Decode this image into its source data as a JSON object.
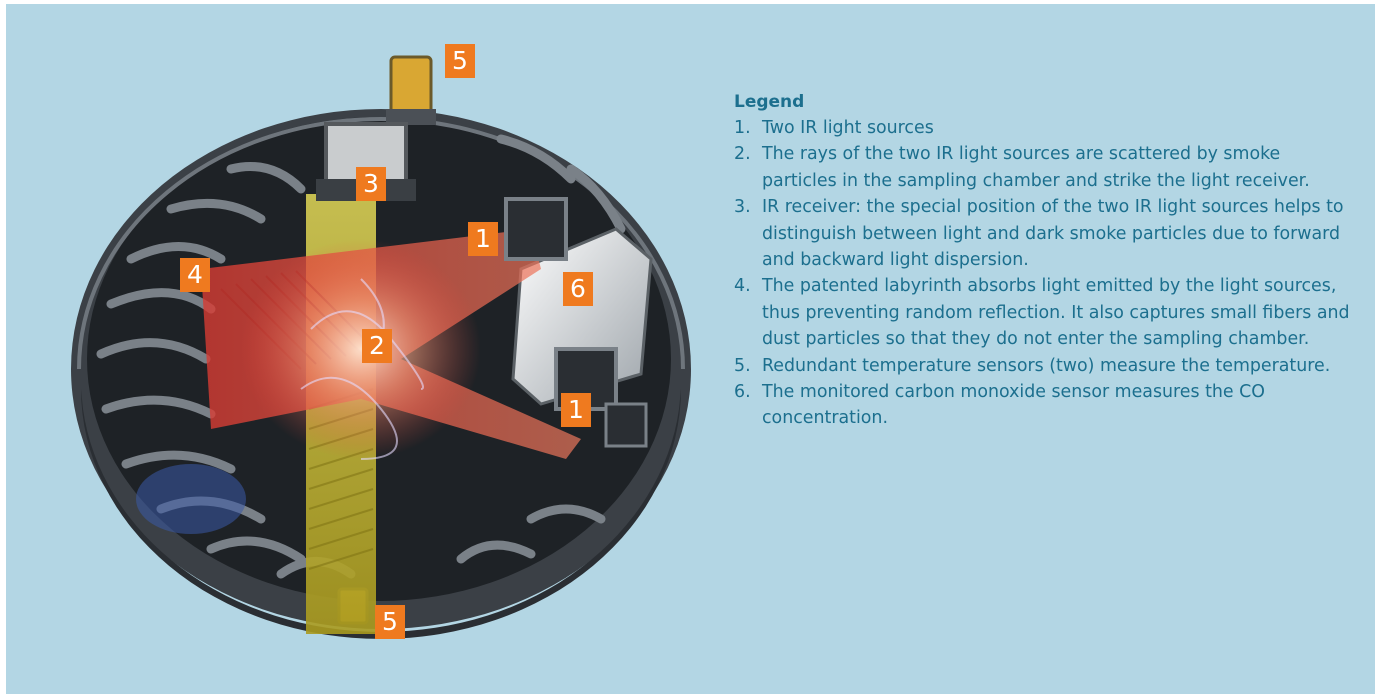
{
  "legend": {
    "title": "Legend",
    "items": [
      {
        "number": "1.",
        "text": "Two IR light sources"
      },
      {
        "number": "2.",
        "text": "The rays of the two IR light sources are scattered by smoke particles in the sampling chamber and strike the light receiver."
      },
      {
        "number": "3.",
        "text": "IR receiver: the special position of the two IR light sources helps to distinguish between light and dark smoke particles due to forward and backward light dispersion."
      },
      {
        "number": "4.",
        "text": "The patented labyrinth absorbs light emitted by the light sources, thus preventing random reflection. It also captures small fibers and dust particles so that they do not enter the sampling chamber."
      },
      {
        "number": "5.",
        "text": "Redundant temperature sensors (two) measure the temperature."
      },
      {
        "number": "6.",
        "text": "The monitored carbon monoxide sensor measures the CO concentration."
      }
    ]
  },
  "markers": {
    "ir_light_source_upper": "1",
    "ir_light_source_lower": "1",
    "scattering_zone": "2",
    "ir_receiver": "3",
    "labyrinth": "4",
    "temperature_sensor_top": "5",
    "temperature_sensor_bottom": "5",
    "co_sensor": "6"
  },
  "colors": {
    "background": "#b3d6e4",
    "legend_text": "#1c6f8e",
    "marker_fill": "#ef7a1f",
    "marker_text": "#ffffff",
    "housing": "#2a2e33",
    "light_rays": "#e8443a",
    "receiver_beam": "#c4b82a"
  }
}
